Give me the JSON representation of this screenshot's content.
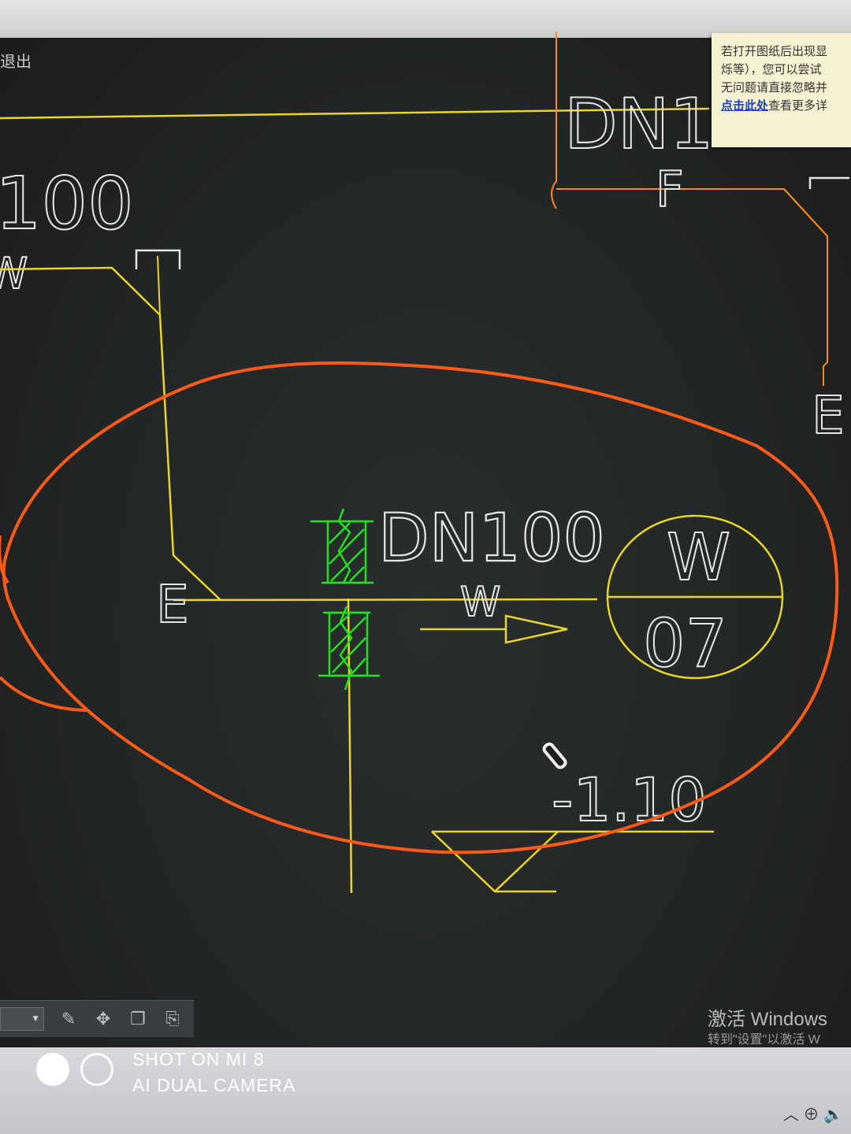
{
  "app": {
    "exit_label": "退出"
  },
  "notice": {
    "line1": "若打开图纸后出现显",
    "line2": "烁等），您可以尝试",
    "line3": "无问题请直接忽略并",
    "link": "点击此处",
    "link_suffix": "查看更多详"
  },
  "drawing": {
    "top_pipe_label": "DN1",
    "top_pipe_type": "F",
    "left_pipe_size": "100",
    "left_pipe_type": "W",
    "pipe_size": "DN100",
    "flow_label": "W",
    "riser_top": "W",
    "riser_bottom": "07",
    "elevation": "-1.10",
    "end_marker": "E"
  },
  "colors": {
    "pipe_yellow": "#e8d62a",
    "markup_orange": "#ff5a1a",
    "sleeve_green": "#22e022",
    "text_white": "#e6e6e6",
    "pipe_orange": "#ff8a1a"
  },
  "toolbar": {
    "icons": [
      "edit-icon",
      "move-icon",
      "copy-icon",
      "paste-icon"
    ]
  },
  "windows_activation": {
    "title": "激活 Windows",
    "subtitle": "转到\"设置\"以激活 W"
  },
  "watermark": {
    "line1": "SHOT ON MI 8",
    "line2": "AI DUAL CAMERA"
  }
}
